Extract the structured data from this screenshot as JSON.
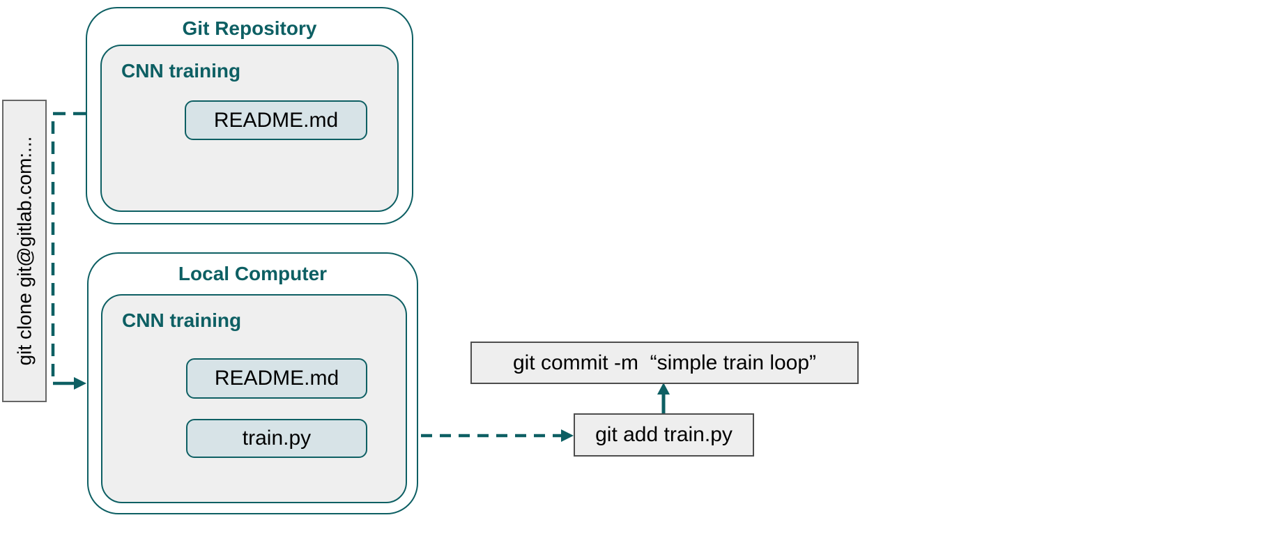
{
  "diagram": {
    "clone_label": {
      "text": "git clone git@gitlab.com:..."
    },
    "git_repo": {
      "title": "Git Repository",
      "folder": {
        "title": "CNN training",
        "files": [
          {
            "name": "README.md"
          }
        ]
      }
    },
    "local": {
      "title": "Local Computer",
      "folder": {
        "title": "CNN training",
        "files": [
          {
            "name": "README.md"
          },
          {
            "name": "train.py"
          }
        ]
      }
    },
    "commands": {
      "commit": "git commit -m  “simple train loop”",
      "add": "git add train.py"
    },
    "colors": {
      "teal_stroke": "#0d5f63",
      "title_text": "#0d5f63",
      "folder_fill": "#efefef",
      "file_fill": "#d7e3e7",
      "command_fill": "#eeeeee",
      "command_border": "#4d4d4d",
      "label_fill": "#eeeeee",
      "label_border": "#666666",
      "body_text": "#000000"
    }
  }
}
